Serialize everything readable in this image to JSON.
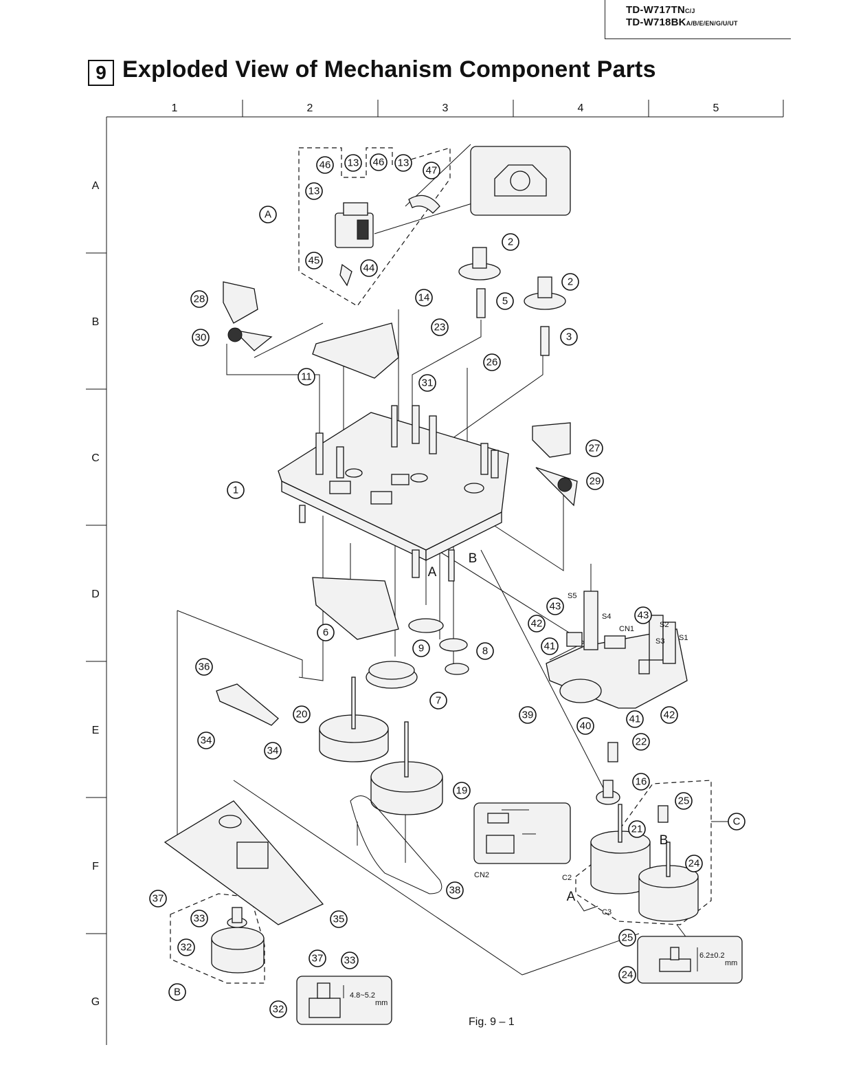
{
  "header": {
    "model_1": "TD-W717TN",
    "model_1_suffix": "C/J",
    "model_2": "TD-W718BK",
    "model_2_suffix": "A/B/E/EN/G/U/UT"
  },
  "section": {
    "number": "9",
    "title": "Exploded View of Mechanism Component Parts"
  },
  "grid": {
    "columns": [
      "1",
      "2",
      "3",
      "4",
      "5"
    ],
    "rows": [
      "A",
      "B",
      "C",
      "D",
      "E",
      "F",
      "G"
    ]
  },
  "sub_labels": {
    "A": "A",
    "B": "B",
    "C": "C",
    "S5": "S5",
    "S4": "S4",
    "S3": "S3",
    "S2": "S2",
    "S1": "S1",
    "CN1": "CN1",
    "CN2": "CN2",
    "C2": "C2",
    "C3": "C3"
  },
  "dimensions": {
    "dim_25_24": "6.2±0.2",
    "dim_25_24_unit": "mm",
    "dim_33_32": "4.8~5.2",
    "dim_33_32_unit": "mm"
  },
  "figure_caption": "Fig. 9 – 1",
  "callouts": [
    "1",
    "2",
    "2",
    "3",
    "5",
    "6",
    "7",
    "8",
    "9",
    "11",
    "13",
    "13",
    "13",
    "14",
    "16",
    "19",
    "20",
    "21",
    "22",
    "23",
    "24",
    "24",
    "25",
    "25",
    "26",
    "27",
    "28",
    "29",
    "30",
    "31",
    "32",
    "32",
    "33",
    "33",
    "34",
    "34",
    "35",
    "36",
    "37",
    "37",
    "38",
    "39",
    "40",
    "41",
    "41",
    "42",
    "42",
    "43",
    "43",
    "44",
    "45",
    "46",
    "46",
    "47"
  ],
  "icons": {
    "callout": "circled-number",
    "assembly": "circled-letter"
  }
}
